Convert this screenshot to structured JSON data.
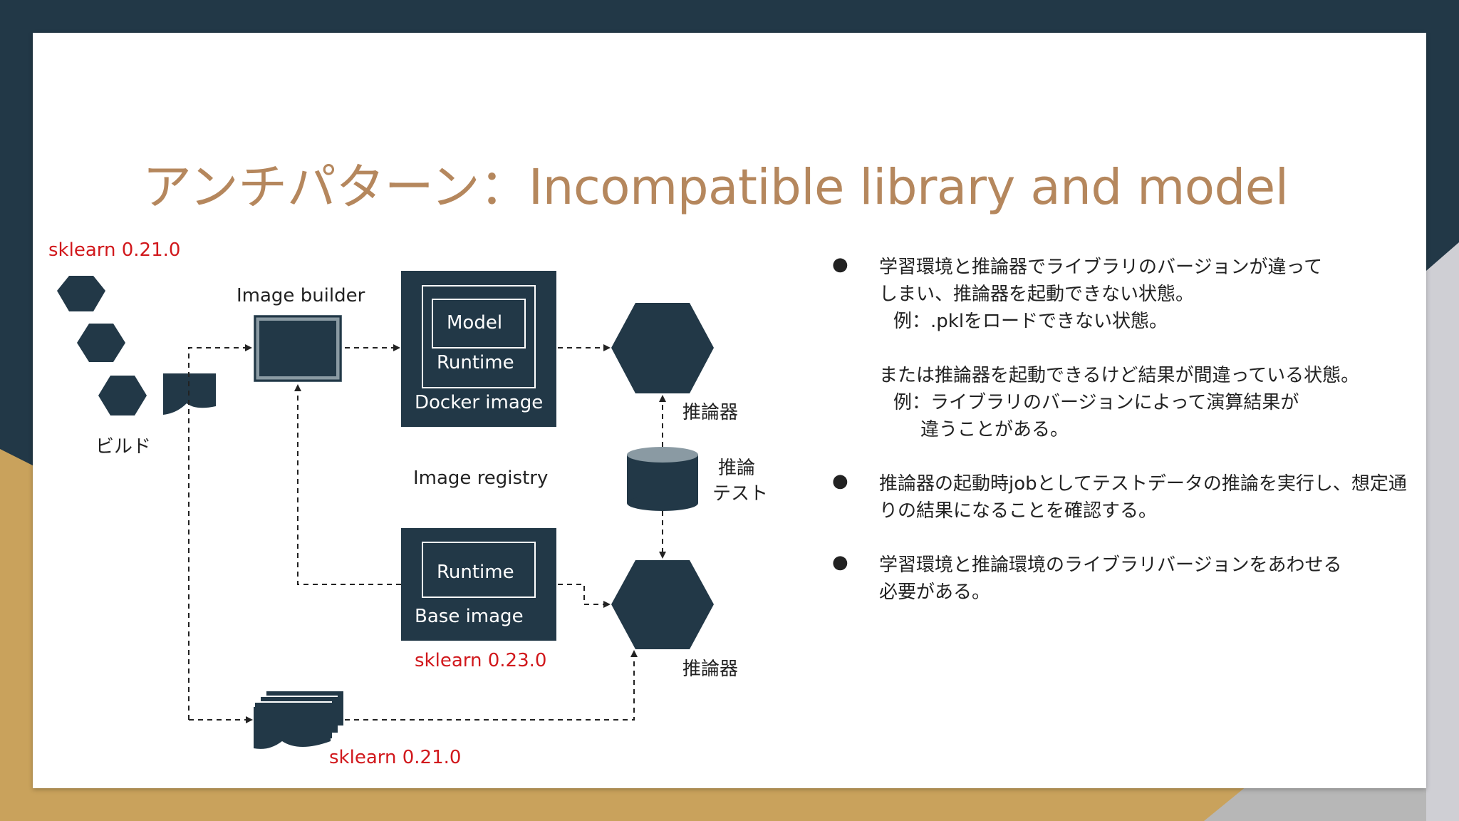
{
  "title": "アンチパターン：Incompatible library and model",
  "colors": {
    "navy": "#223847",
    "gold": "#c9a25c",
    "title": "#b5875d",
    "red": "#d1181c"
  },
  "diagram": {
    "sklearn_top": "sklearn 0.21.0",
    "build_label": "ビルド",
    "image_builder": "Image builder",
    "docker_box": {
      "model": "Model",
      "runtime": "Runtime",
      "caption": "Docker image"
    },
    "image_registry": "Image registry",
    "base_box": {
      "runtime": "Runtime",
      "caption": "Base image"
    },
    "sklearn_base": "sklearn 0.23.0",
    "sklearn_bottom": "sklearn 0.21.0",
    "inference_top": "推論器",
    "inference_bottom": "推論器",
    "test_label_1": "推論",
    "test_label_2": "テスト"
  },
  "bullets": [
    {
      "lines": [
        {
          "text": "学習環境と推論器でライブラリのバージョンが違って",
          "indent": 0
        },
        {
          "text": "しまい、推論器を起動できない状態。",
          "indent": 0
        },
        {
          "text": "例：.pklをロードできない状態。",
          "indent": 1
        },
        {
          "text": "",
          "indent": -1
        },
        {
          "text": "または推論器を起動できるけど結果が間違っている状態。",
          "indent": 0
        },
        {
          "text": "例：ライブラリのバージョンによって演算結果が",
          "indent": 1
        },
        {
          "text": "違うことがある。",
          "indent": 2
        }
      ]
    },
    {
      "lines": [
        {
          "text": "推論器の起動時jobとしてテストデータの推論を実行し、想定通",
          "indent": 0
        },
        {
          "text": "りの結果になることを確認する。",
          "indent": 0
        }
      ]
    },
    {
      "lines": [
        {
          "text": "学習環境と推論環境のライブラリバージョンをあわせる",
          "indent": 0
        },
        {
          "text": "必要がある。",
          "indent": 0
        }
      ]
    }
  ],
  "bullet_glyph": "●"
}
